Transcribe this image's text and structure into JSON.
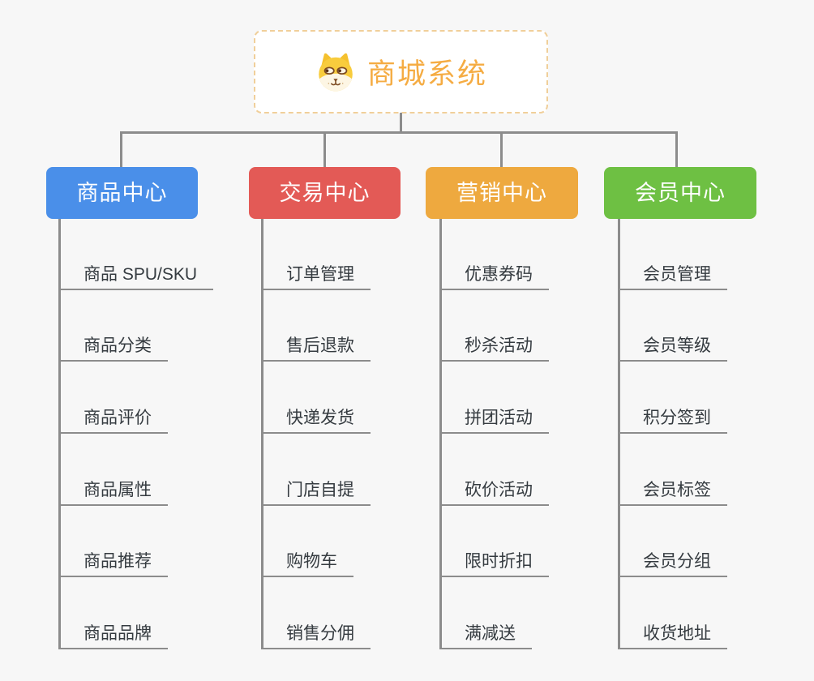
{
  "page": {
    "background_color": "#f7f7f7",
    "connector_color": "#8c8c8c"
  },
  "root": {
    "title": "商城系统",
    "text_color": "#f5ac43",
    "border_color": "#f0cf9a",
    "icon": {
      "name": "dog-face-icon",
      "yellow": "#f8cc3d",
      "cream": "#fdf6e4",
      "brown": "#7c4a21"
    }
  },
  "branches": [
    {
      "label": "商品中心",
      "color": "#4a8fe9",
      "items": [
        "商品 SPU/SKU",
        "商品分类",
        "商品评价",
        "商品属性",
        "商品推荐",
        "商品品牌"
      ]
    },
    {
      "label": "交易中心",
      "color": "#e35a56",
      "items": [
        "订单管理",
        "售后退款",
        "快递发货",
        "门店自提",
        "购物车",
        "销售分佣"
      ]
    },
    {
      "label": "营销中心",
      "color": "#eea93f",
      "items": [
        "优惠券码",
        "秒杀活动",
        "拼团活动",
        "砍价活动",
        "限时折扣",
        "满减送"
      ]
    },
    {
      "label": "会员中心",
      "color": "#6ec043",
      "items": [
        "会员管理",
        "会员等级",
        "积分签到",
        "会员标签",
        "会员分组",
        "收货地址"
      ]
    }
  ]
}
